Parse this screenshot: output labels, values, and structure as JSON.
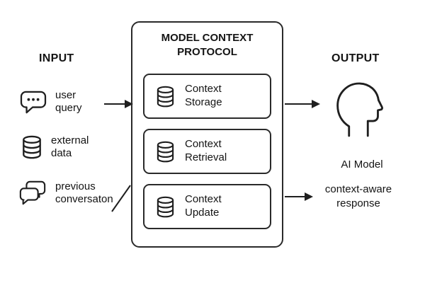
{
  "input": {
    "heading": "INPUT",
    "items": [
      {
        "icon": "chat-dots-icon",
        "label": "user query"
      },
      {
        "icon": "database-icon",
        "label": "external data"
      },
      {
        "icon": "chat-bubbles-icon",
        "label": "previous conversaton"
      }
    ]
  },
  "protocol": {
    "title": "MODEL CONTEXT PROTOCOL",
    "modules": [
      {
        "icon": "database-icon",
        "label": "Context Storage"
      },
      {
        "icon": "database-icon",
        "label": "Context Retrieval"
      },
      {
        "icon": "database-icon",
        "label": "Context Update"
      }
    ]
  },
  "output": {
    "heading": "OUTPUT",
    "model_label": "AI Model",
    "response_label": "context-aware response"
  },
  "colors": {
    "ink": "#1f1f1f",
    "background": "#ffffff"
  }
}
